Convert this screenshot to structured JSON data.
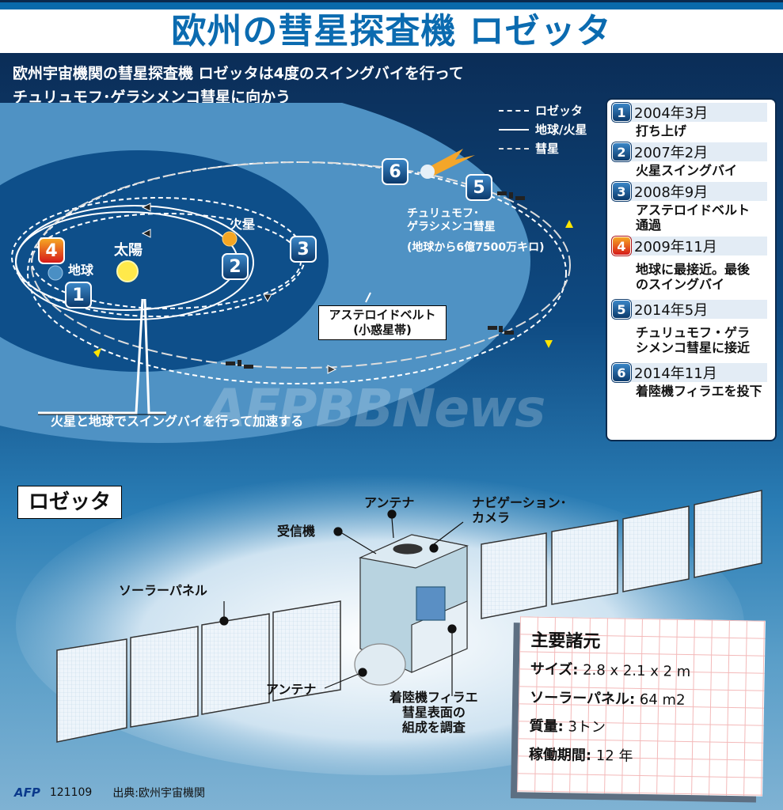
{
  "title": "欧州の彗星探査機 ロゼッタ",
  "subtitle": {
    "line1": "欧州宇宙機関の彗星探査機 ロゼッタは4度のスイングバイを行って",
    "line2": "チュリュモフ･ゲラシメンコ彗星に向かう"
  },
  "legend": {
    "rosetta": "ロゼッタ",
    "earth_mars": "地球/火星",
    "comet": "彗星"
  },
  "timeline": [
    {
      "num": "1",
      "date": "2004年3月",
      "desc": "打ち上げ",
      "color": "blue"
    },
    {
      "num": "2",
      "date": "2007年2月",
      "desc": "火星スイングバイ",
      "color": "blue"
    },
    {
      "num": "3",
      "date": "2008年9月",
      "desc": "アステロイドベルト通過",
      "color": "blue"
    },
    {
      "num": "4",
      "date": "2009年11月",
      "desc": "地球に最接近。最後のスイングバイ",
      "color": "red"
    },
    {
      "num": "5",
      "date": "2014年5月",
      "desc": "チュリュモフ・ゲラシメンコ彗星に接近",
      "color": "blue"
    },
    {
      "num": "6",
      "date": "2014年11月",
      "desc": "着陸機フィラエを投下",
      "color": "blue"
    }
  ],
  "orbit_labels": {
    "sun": "太陽",
    "earth": "地球",
    "mars": "火星",
    "comet_name_1": "チュリュモフ･",
    "comet_name_2": "ゲラシメンコ彗星",
    "comet_distance": "(地球から6億7500万キロ)",
    "belt_1": "アステロイドベルト",
    "belt_2": "(小惑星帯)",
    "swingby": "火星と地球でスイングバイを行って加速する",
    "markers": [
      "1",
      "2",
      "3",
      "4",
      "5",
      "6"
    ]
  },
  "watermark": "AFPBBNews",
  "spacecraft": {
    "heading": "ロゼッタ",
    "labels": {
      "antenna_top": "アンテナ",
      "nav_camera_1": "ナビゲーション･",
      "nav_camera_2": "カメラ",
      "receiver": "受信機",
      "solar_panel": "ソーラーパネル",
      "antenna_bottom": "アンテナ",
      "lander_1": "着陸機フィラエ",
      "lander_2": "彗星表面の",
      "lander_3": "組成を調査"
    }
  },
  "specs": {
    "heading": "主要諸元",
    "rows": [
      {
        "key": "サイズ:",
        "value": " 2.8 x 2.1 x 2 m"
      },
      {
        "key": "ソーラーパネル:",
        "value": " 64 m2"
      },
      {
        "key": "質量:",
        "value": " 3トン"
      },
      {
        "key": "稼働期間:",
        "value": " 12 年"
      }
    ]
  },
  "footer": {
    "agency": "AFP",
    "code": "121109",
    "source": "出典:欧州宇宙機関"
  },
  "colors": {
    "title": "#0b6bb0",
    "space_dark": "#0b2d57",
    "space_light": "#7fb2d3",
    "badge_blue": "#0b3a6c",
    "badge_red": "#d61a1a",
    "sun": "#ffe94a",
    "mars": "#f5a623",
    "earth": "#4a8fc4"
  }
}
